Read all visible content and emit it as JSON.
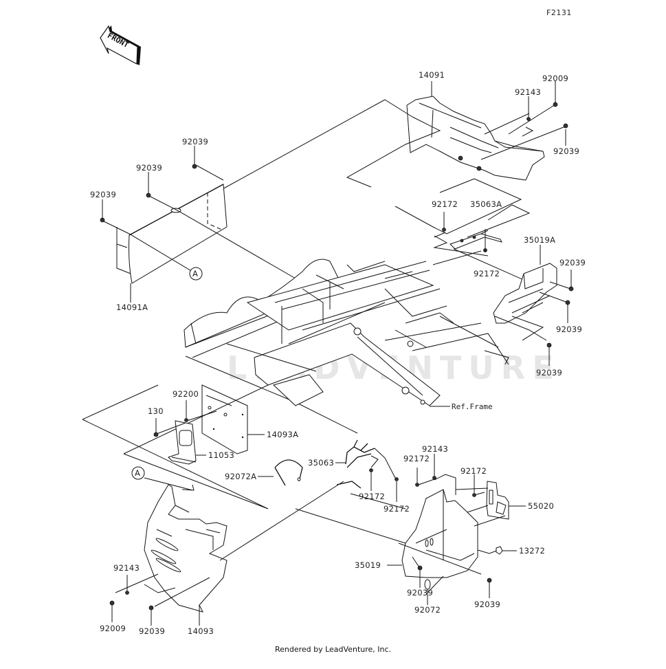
{
  "diagram": {
    "code": "F2131",
    "front_arrow_label": "FRONT",
    "watermark": "LEADVENTURE",
    "footer": "Rendered by LeadVenture, Inc.",
    "reference_label": "Ref.Frame",
    "callout_marker": "A"
  },
  "parts": [
    {
      "id": "p1",
      "number": "14091"
    },
    {
      "id": "p2",
      "number": "92009"
    },
    {
      "id": "p3",
      "number": "92143"
    },
    {
      "id": "p4",
      "number": "92039"
    },
    {
      "id": "p5",
      "number": "92039"
    },
    {
      "id": "p6",
      "number": "92039"
    },
    {
      "id": "p7",
      "number": "92039"
    },
    {
      "id": "p8",
      "number": "14091A"
    },
    {
      "id": "p9",
      "number": "92172"
    },
    {
      "id": "p10",
      "number": "35063A"
    },
    {
      "id": "p11",
      "number": "35019A"
    },
    {
      "id": "p12",
      "number": "92172"
    },
    {
      "id": "p13",
      "number": "92039"
    },
    {
      "id": "p14",
      "number": "92039"
    },
    {
      "id": "p15",
      "number": "92039"
    },
    {
      "id": "p16",
      "number": "92200"
    },
    {
      "id": "p17",
      "number": "130"
    },
    {
      "id": "p18",
      "number": "14093A"
    },
    {
      "id": "p19",
      "number": "11053"
    },
    {
      "id": "p20",
      "number": "92072A"
    },
    {
      "id": "p21",
      "number": "35063"
    },
    {
      "id": "p22",
      "number": "92172"
    },
    {
      "id": "p23",
      "number": "92172"
    },
    {
      "id": "p24",
      "number": "92143"
    },
    {
      "id": "p25",
      "number": "92172"
    },
    {
      "id": "p26",
      "number": "92172"
    },
    {
      "id": "p27",
      "number": "55020"
    },
    {
      "id": "p28",
      "number": "13272"
    },
    {
      "id": "p29",
      "number": "35019"
    },
    {
      "id": "p30",
      "number": "92039"
    },
    {
      "id": "p31",
      "number": "92072"
    },
    {
      "id": "p32",
      "number": "92039"
    },
    {
      "id": "p33",
      "number": "92143"
    },
    {
      "id": "p34",
      "number": "92009"
    },
    {
      "id": "p35",
      "number": "92039"
    },
    {
      "id": "p36",
      "number": "14093"
    }
  ]
}
